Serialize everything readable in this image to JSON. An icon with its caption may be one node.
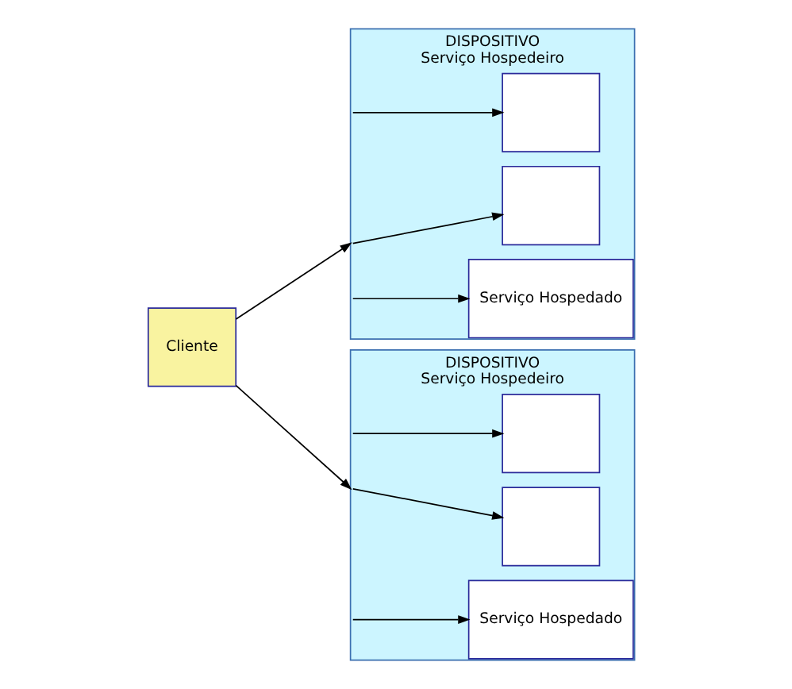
{
  "diagram": {
    "nodes": [
      {
        "text": [
          "Cliente"
        ]
      },
      {
        "text": [
          "DISPOSITIVO",
          "Serviço Hospedeiro"
        ]
      },
      {
        "text": [],
        "shape": "box",
        "in": 1
      },
      {
        "text": [],
        "shape": "box",
        "in": 1
      },
      {
        "text": [
          "Serviço Hospedado"
        ],
        "in": 1
      },
      {
        "text": [
          "DISPOSITIVO",
          "Serviço Hospedeiro"
        ]
      },
      {
        "text": [],
        "shape": "box",
        "in": 5
      },
      {
        "text": [],
        "shape": "box",
        "in": 5
      },
      {
        "text": [
          "Serviço Hospedado"
        ],
        "in": 5
      }
    ],
    "edges": [
      {
        "from": 0,
        "to": 1,
        "arrow": "to"
      },
      {
        "from": 1,
        "to": 2,
        "arrow": "to"
      },
      {
        "from": 1,
        "to": 3,
        "arrow": "to"
      },
      {
        "from": 1,
        "to": 4,
        "arrow": "to"
      },
      {
        "from": 0,
        "to": 5,
        "arrow": "to"
      },
      {
        "from": 5,
        "to": 6,
        "arrow": "to"
      },
      {
        "from": 5,
        "to": 7,
        "arrow": "to"
      },
      {
        "from": 5,
        "to": 8,
        "arrow": "to"
      }
    ]
  }
}
